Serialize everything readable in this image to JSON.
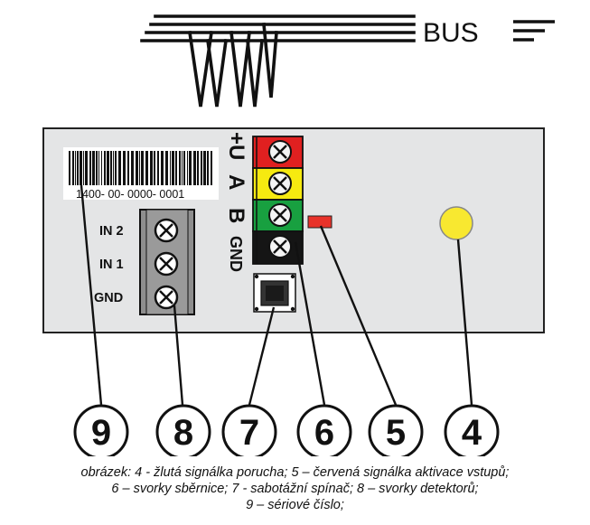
{
  "bus": {
    "label": "BUS"
  },
  "module": {
    "serial_number": "1400- 00- 0000- 0001",
    "bus_terminals": [
      "+U",
      "A",
      "B",
      "GND"
    ],
    "detector_terminals": [
      "IN 2",
      "IN 1",
      "GND"
    ],
    "colors": {
      "panel": "#e4e5e6",
      "terminal_red": "#e02020",
      "terminal_yellow": "#f6ea10",
      "terminal_green": "#18a040",
      "terminal_black": "#151515",
      "red_led": "#e8322a",
      "yellow_led": "#f8e830"
    }
  },
  "callouts": [
    "9",
    "8",
    "7",
    "6",
    "5",
    "4"
  ],
  "caption": {
    "line1": "obrázek: 4 - žlutá signálka porucha; 5 – červená signálka aktivace vstupů;",
    "line2": "6 – svorky sběrnice; 7 - sabotážní spínač; 8 – svorky detektorů;",
    "line3": "9 – sériové číslo;"
  }
}
